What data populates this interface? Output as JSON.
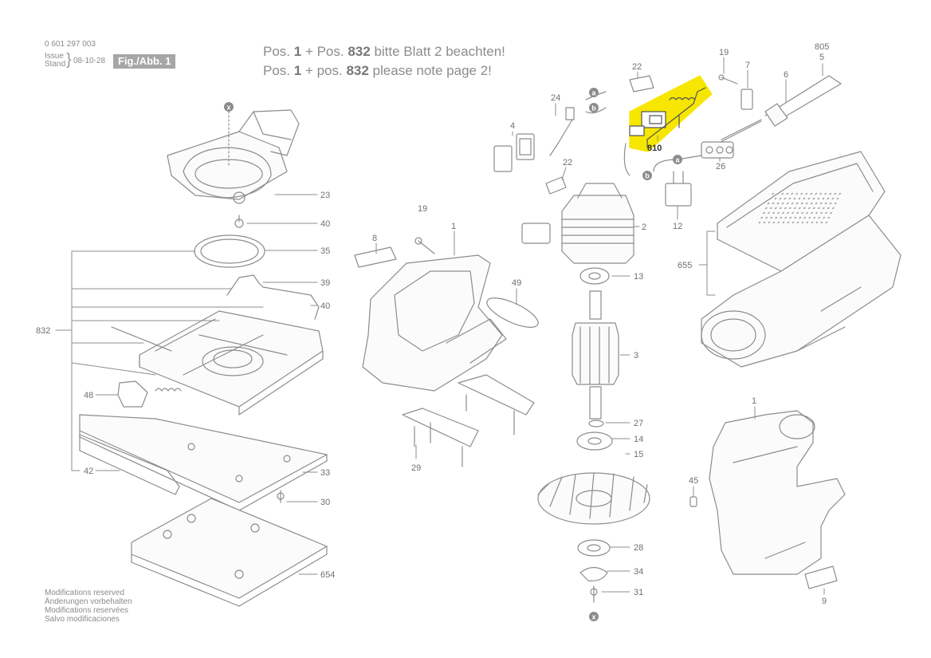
{
  "header": {
    "doc_number": "0 601 297 003",
    "issue_label": "Issue",
    "stand_label": "Stand",
    "date": "08-10-28",
    "figure_label": "Fig./Abb. 1"
  },
  "notes": {
    "line1": {
      "pre": "Pos. ",
      "pos1": "1",
      "mid": " + Pos. ",
      "pos2": "832",
      "post": " bitte Blatt 2 beachten!"
    },
    "line2": {
      "pre": "Pos. ",
      "pos1": "1",
      "mid": " + pos. ",
      "pos2": "832",
      "post": " please note page 2!"
    }
  },
  "footer": {
    "lines": [
      "Modifications reserved",
      "Änderungen vorbehalten",
      "Modifications reservées",
      "Salvo modificaciones"
    ]
  },
  "parts": {
    "p23": "23",
    "p40a": "40",
    "p35": "35",
    "p39": "39",
    "p40b": "40",
    "p832": "832",
    "p48": "48",
    "p42": "42",
    "p33": "33",
    "p30": "30",
    "p654": "654",
    "p19a": "19",
    "p8": "8",
    "p1a": "1",
    "p49": "49",
    "p29": "29",
    "p4": "4",
    "p24": "24",
    "p22a": "22",
    "p22b": "22",
    "p2": "2",
    "p13": "13",
    "p3": "3",
    "p27": "27",
    "p14": "14",
    "p15": "15",
    "p28": "28",
    "p34": "34",
    "p31": "31",
    "p810": "810",
    "p19b": "19",
    "p7": "7",
    "p805": "805",
    "p5": "5",
    "p6": "6",
    "p26": "26",
    "p12": "12",
    "p655": "655",
    "p1b": "1",
    "p45": "45",
    "p9": "9"
  },
  "markers": {
    "x": "x",
    "a": "a",
    "b": "b"
  },
  "colors": {
    "highlight": "#f7e600",
    "line": "#8c8c8c",
    "label": "#707070"
  }
}
